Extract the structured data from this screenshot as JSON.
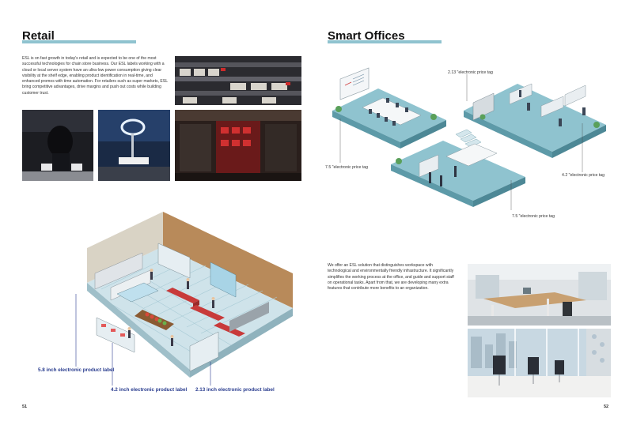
{
  "left": {
    "title": "Retail",
    "paragraph": "ESL is on fast growth in today's retail and is expected to be one of the most successful technologies for chain store business.  Our ESL labels working with a cloud or local server system have an ultra-low power consumption giving clear visibility at the shelf edge, enabling product identification in real-time, and enhanced promos with time automation. For retailers such as super markets, ESL bring competitive advantages, drive margins and push out costs while building customer trust.",
    "labels": {
      "label_58": "5.8 inch electronic product label",
      "label_42": "4.2 inch electronic product label",
      "label_213": "2.13 inch electronic product label"
    },
    "page_number": "51"
  },
  "right": {
    "title": "Smart Offices",
    "callouts": {
      "c213": "2.13 \"electronic price tag",
      "c75a": "7.5 \"electronic price tag",
      "c42": "4.2 \"electronic price tag",
      "c75b": "7.5 \"electronic price tag"
    },
    "paragraph": "We offer an ESL solution that distinguishes workspace with technological and environmentally friendly infrastructure. It significantly simplifies the working process at the office, and guide and support staff on operational tasks. Apart from that, we are developing many extra features that contribute more benefits to an organization.",
    "page_number": "52"
  },
  "colors": {
    "accent_bar": "#8fc3cf",
    "label_blue": "#2a3d8f",
    "floor_teal": "#7fb3c0",
    "wall_brown": "#b88a5a"
  }
}
